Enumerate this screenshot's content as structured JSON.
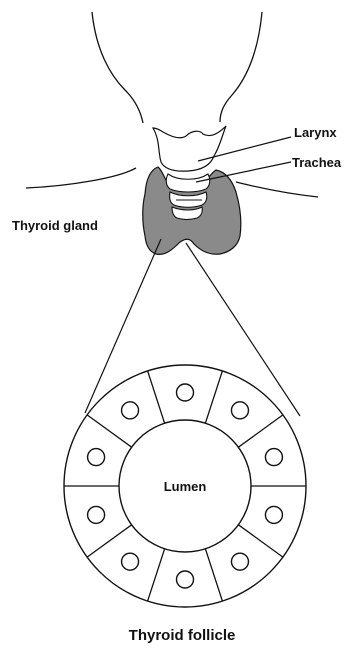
{
  "labels": {
    "larynx": "Larynx",
    "trachea": "Trachea",
    "thyroid_gland": "Thyroid gland",
    "lumen": "Lumen",
    "thyroid_follicle": "Thyroid follicle"
  },
  "follicle": {
    "cell_count": 10
  },
  "colors": {
    "outline": "#111111",
    "gland_fill": "#8a8a8a",
    "background": "#ffffff"
  }
}
